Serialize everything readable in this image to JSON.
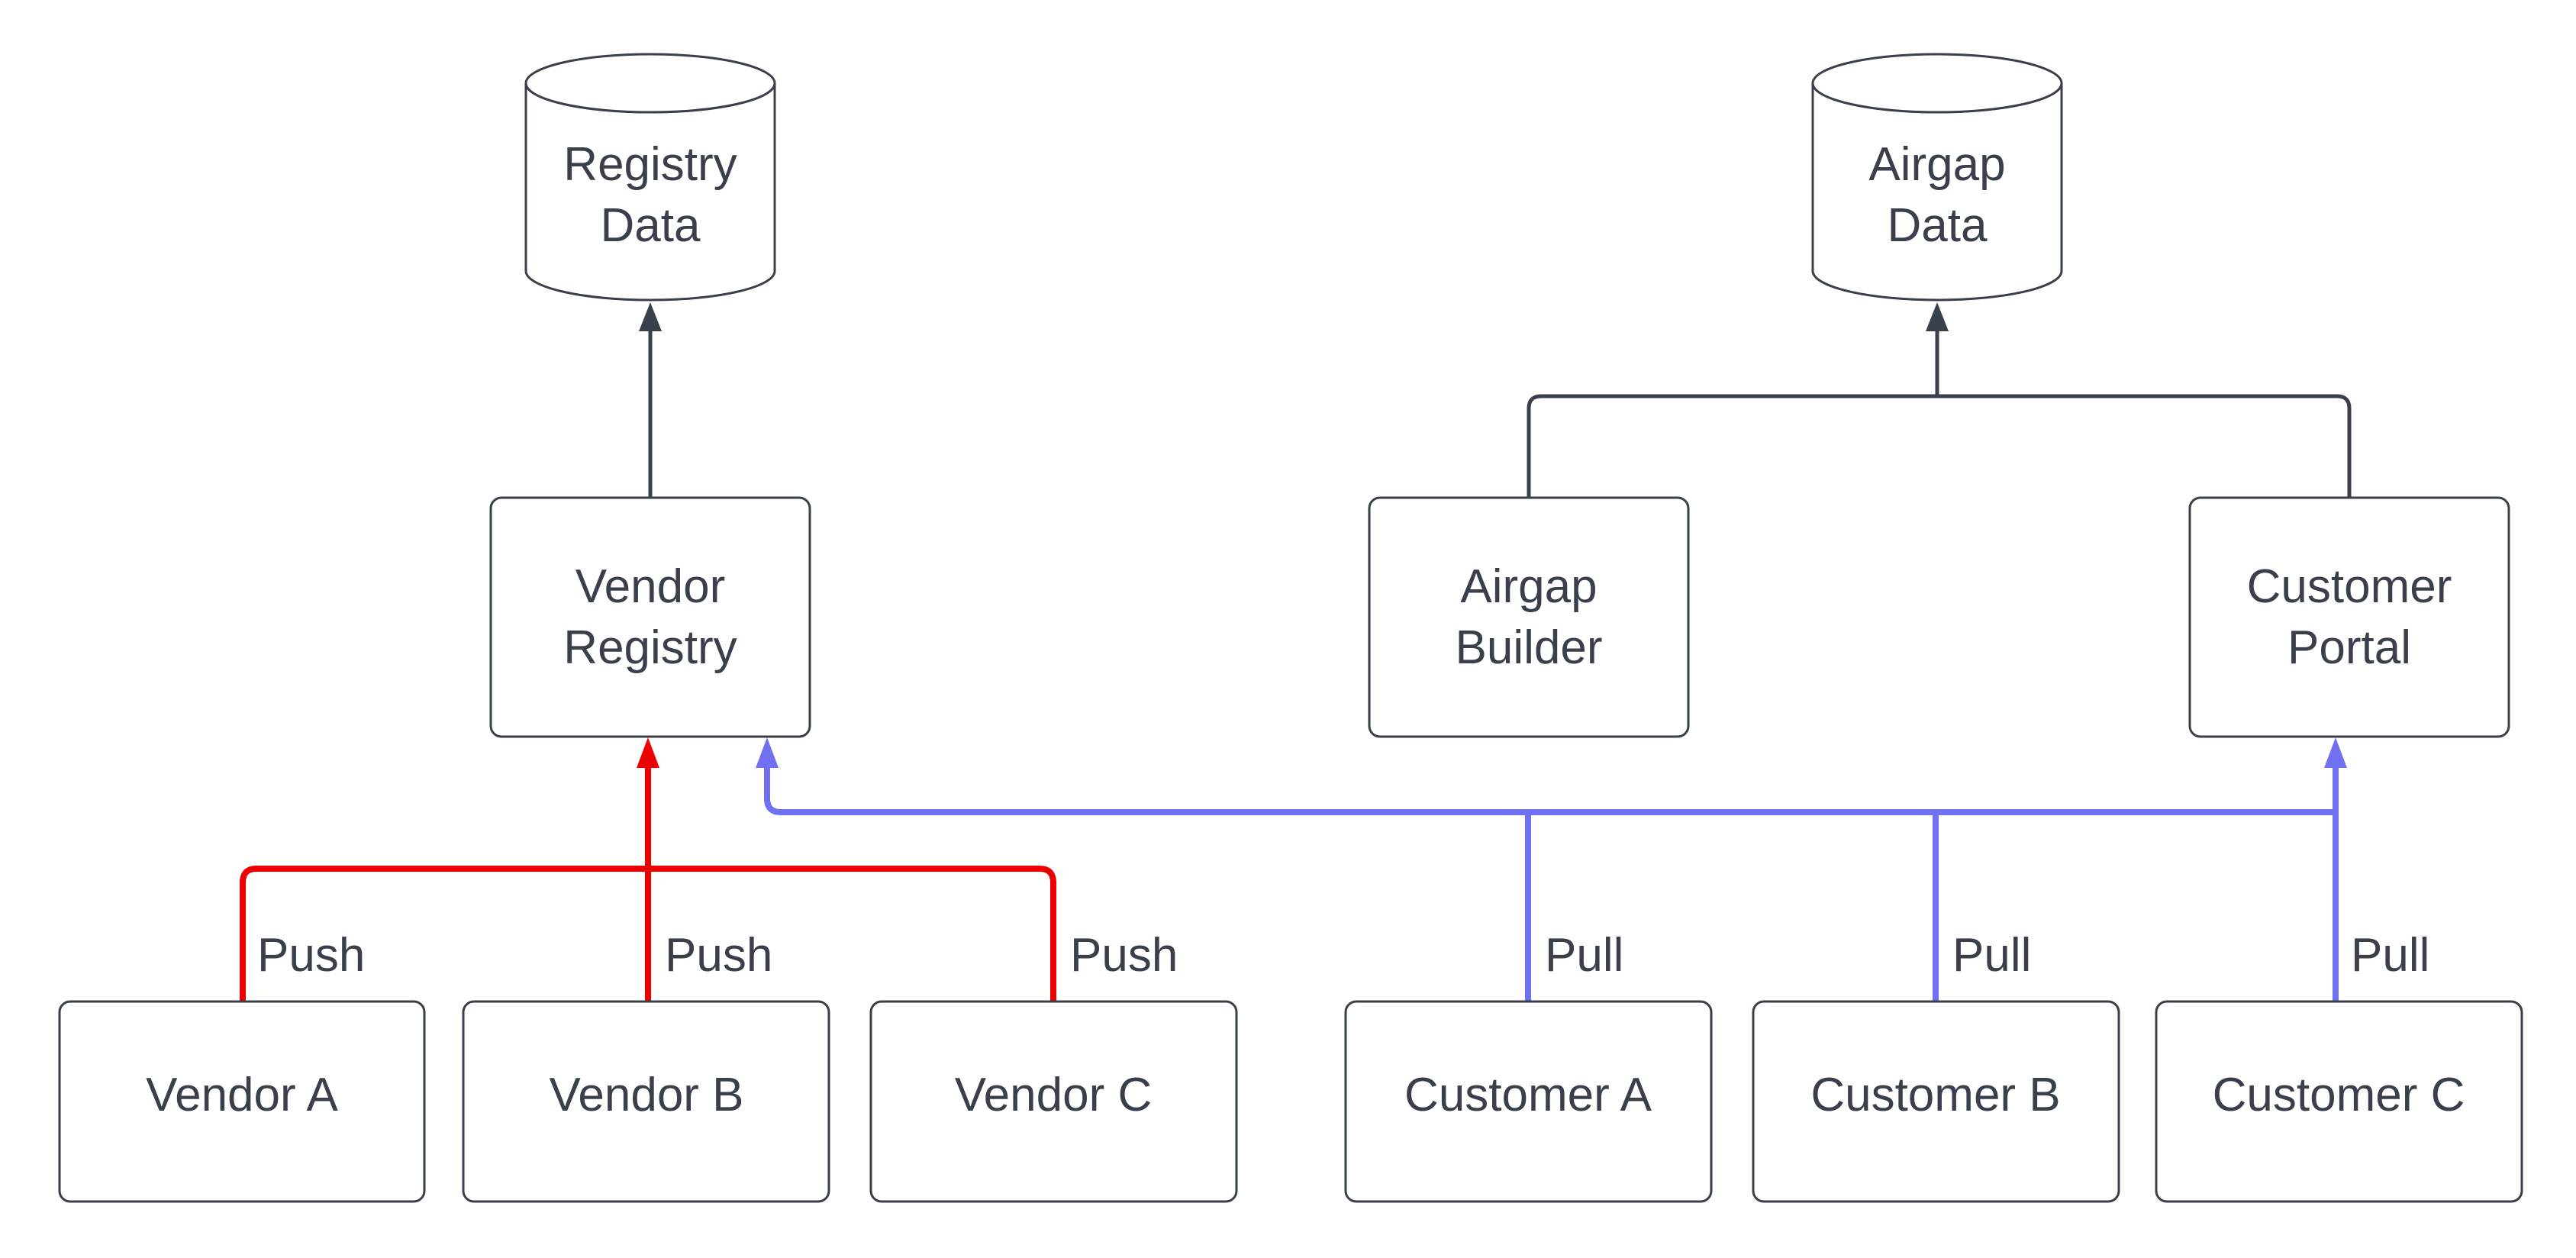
{
  "diagram": {
    "background": "#FFFFFF",
    "colors": {
      "outline": "#39404B",
      "text": "#39404B",
      "fill": "#FFFFFF",
      "push_red": "#EF0000",
      "pull_blue": "#7070F0"
    },
    "nodes": {
      "registry_data": {
        "type": "database-cylinder",
        "line1": "Registry",
        "line2": "Data"
      },
      "airgap_data": {
        "type": "database-cylinder",
        "line1": "Airgap",
        "line2": "Data"
      },
      "vendor_registry": {
        "type": "rounded-box",
        "line1": "Vendor",
        "line2": "Registry"
      },
      "airgap_builder": {
        "type": "rounded-box",
        "line1": "Airgap",
        "line2": "Builder"
      },
      "customer_portal": {
        "type": "rounded-box",
        "line1": "Customer",
        "line2": "Portal"
      },
      "vendor_a": {
        "type": "rounded-box",
        "label": "Vendor A"
      },
      "vendor_b": {
        "type": "rounded-box",
        "label": "Vendor B"
      },
      "vendor_c": {
        "type": "rounded-box",
        "label": "Vendor C"
      },
      "customer_a": {
        "type": "rounded-box",
        "label": "Customer A"
      },
      "customer_b": {
        "type": "rounded-box",
        "label": "Customer B"
      },
      "customer_c": {
        "type": "rounded-box",
        "label": "Customer C"
      }
    },
    "edge_labels": {
      "push": [
        "Push",
        "Push",
        "Push"
      ],
      "pull": [
        "Pull",
        "Pull",
        "Pull"
      ]
    }
  }
}
